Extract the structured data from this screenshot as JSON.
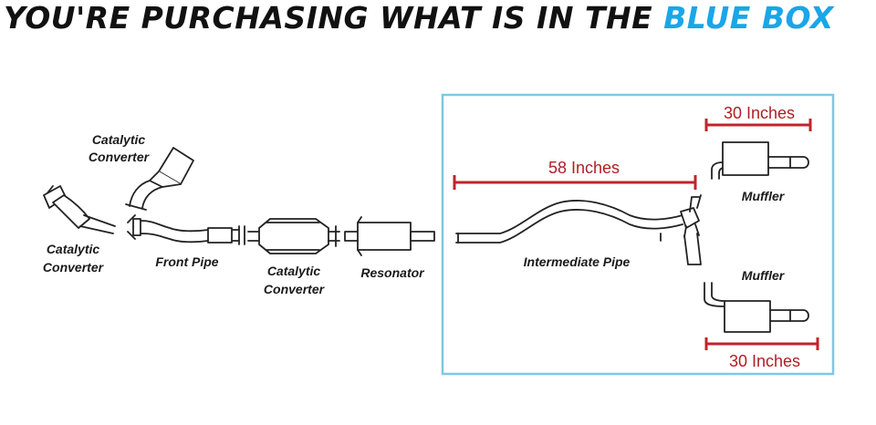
{
  "headline": {
    "prefix": "YOU'RE PURCHASING WHAT IS IN THE",
    "highlight": "BLUE BOX"
  },
  "colors": {
    "highlight": "#1aa6e8",
    "box_border": "#7ec8e3",
    "dimension": "#c0242b"
  },
  "labels": {
    "cat_converter_top": [
      "Catalytic",
      "Converter"
    ],
    "cat_converter_left": [
      "Catalytic",
      "Converter"
    ],
    "front_pipe": "Front Pipe",
    "cat_converter_center": [
      "Catalytic",
      "Converter"
    ],
    "resonator": "Resonator",
    "intermediate_pipe": "Intermediate Pipe",
    "muffler_top": "Muffler",
    "muffler_bottom": "Muffler"
  },
  "dimensions": {
    "intermediate": "58 Inches",
    "muffler_top": "30 Inches",
    "muffler_bottom": "30 Inches"
  }
}
